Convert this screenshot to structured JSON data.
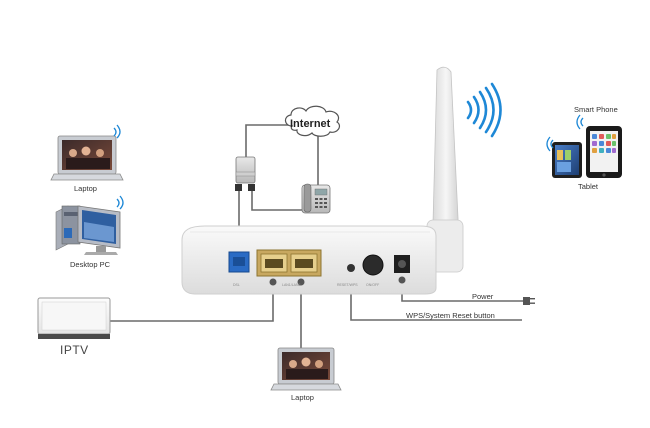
{
  "labels": {
    "internet": "Internet",
    "laptop_left": "Laptop",
    "desktop_pc": "Desktop PC",
    "iptv": "IPTV",
    "laptop_bottom": "Laptop",
    "smart_phone": "Smart Phone",
    "tablet": "Tablet",
    "power": "Power",
    "wps_reset": "WPS/System Reset button"
  },
  "ports": {
    "dsl": "DSL",
    "lan": "LAN1/LAN2",
    "reset_wps": "RESET/WPS",
    "onoff": "ON/OFF"
  }
}
